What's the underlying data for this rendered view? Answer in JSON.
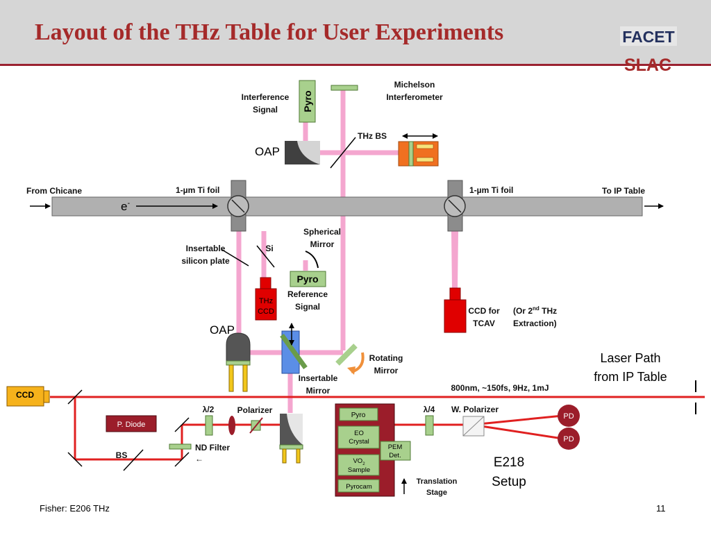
{
  "title": "Layout of the THz Table for User Experiments",
  "logos": {
    "facet": "FACET",
    "slac": "SLAC"
  },
  "labels": {
    "interference": [
      "Interference",
      "Signal"
    ],
    "pyro_top": "Pyro",
    "michelson": [
      "Michelson",
      "Interferometer"
    ],
    "thz_bs": "THz BS",
    "oap_top": "OAP",
    "from_chicane": "From Chicane",
    "foil_left": "1-µm Ti foil",
    "foil_right": "1-µm Ti foil",
    "to_ip": "To IP Table",
    "electron": "e",
    "electron_sup": "-",
    "spherical": [
      "Spherical",
      "Mirror"
    ],
    "insertable_si": [
      "Insertable",
      "silicon plate"
    ],
    "si": "Si",
    "pyro_ref": "Pyro",
    "reference": [
      "Reference",
      "Signal"
    ],
    "thz_ccd": [
      "THz",
      "CCD"
    ],
    "ccd_tcav": [
      "CCD for",
      "TCAV"
    ],
    "second_thz": [
      "(Or 2",
      "nd",
      " THz",
      "Extraction)"
    ],
    "oap_lower": "OAP",
    "rotating": [
      "Rotating",
      "Mirror"
    ],
    "insertable_mirror": [
      "Insertable",
      "Mirror"
    ],
    "laser_path": [
      "Laser Path",
      "from IP Table"
    ],
    "laser_spec": "800nm, ~150fs, 9Hz, 1mJ",
    "ccd": "CCD",
    "lambda2": "λ/2",
    "polarizer": "Polarizer",
    "lambda4": "λ/4",
    "w_polarizer": "W. Polarizer",
    "pdiode": "P. Diode",
    "bs": "BS",
    "nd_filter": "ND Filter",
    "nd_arrow": "←",
    "stage_pyro": "Pyro",
    "eo": [
      "EO",
      "Crystal"
    ],
    "pem": [
      "PEM",
      "Det."
    ],
    "vo2": [
      "VO",
      "2",
      "Sample"
    ],
    "pyrocam": "Pyrocam",
    "translation": [
      "Translation",
      "Stage"
    ],
    "pd_top": "PD",
    "pd_bottom": "PD",
    "e218": [
      "E218",
      "Setup"
    ]
  },
  "colors": {
    "title": "#a52a2a",
    "laser": "#e02020",
    "thz_beam": "#f4a6cf",
    "beamline": "#b0b0b0",
    "optic_green": "#a8d08d",
    "stage": "#9b1d2a",
    "detector_red": "#e00000",
    "michelson_stage": "#f07020"
  },
  "footer": {
    "left": "Fisher: E206 THz",
    "page": "11"
  }
}
